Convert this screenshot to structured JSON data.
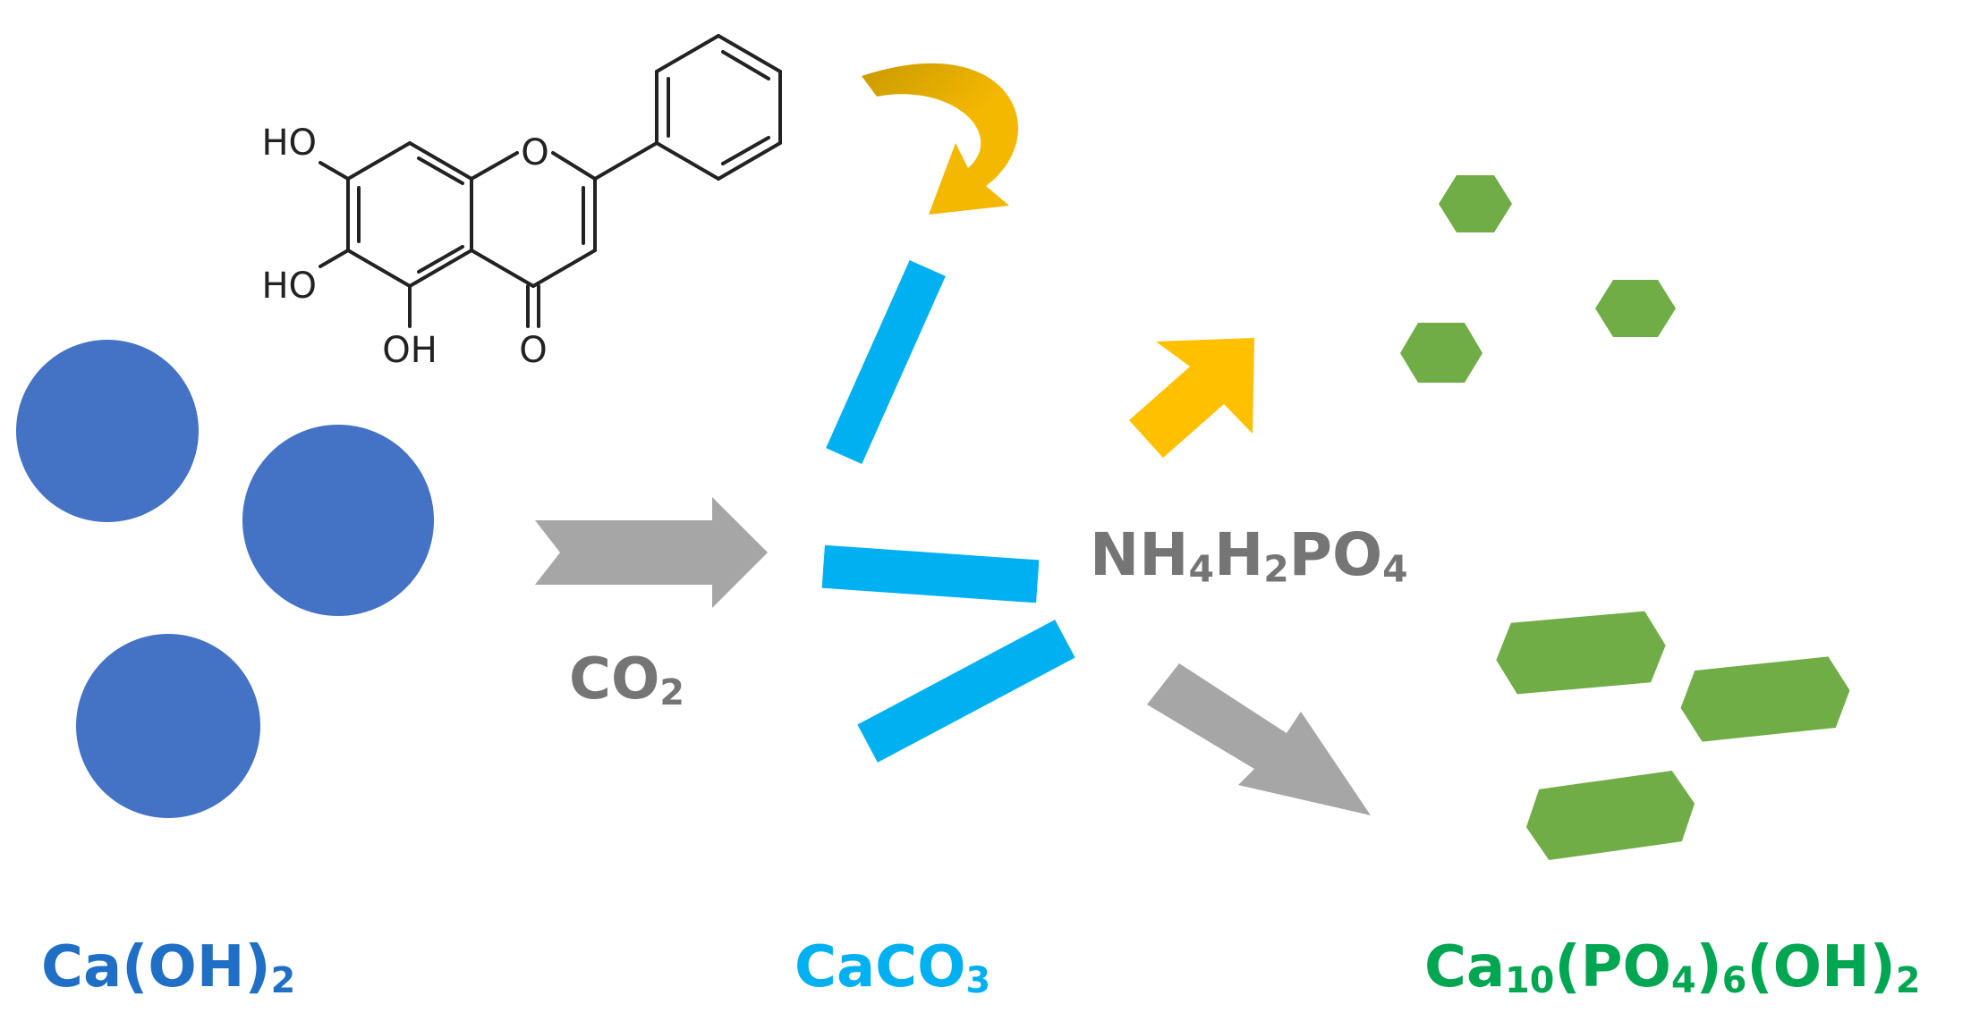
{
  "colors": {
    "ca_oh2": "#4472C4",
    "caco3": "#00B0F0",
    "hap": "#70AD47",
    "hap_label": "#00A651",
    "process_arrow": "#A6A6A6",
    "process_text": "#757575",
    "curved_arrow": "#F5B800",
    "curved_arrow_dark": "#C99A00",
    "molecule": "#222222"
  },
  "labels": {
    "ca_oh2": {
      "base": "Ca(OH)",
      "sub1": "2"
    },
    "caco3": {
      "base": "CaCO",
      "sub1": "3"
    },
    "co2": {
      "base": "CO",
      "sub1": "2"
    },
    "nh4h2po4": {
      "p1": "NH",
      "s1": "4",
      "p2": "H",
      "s2": "2",
      "p3": "PO",
      "s3": "4"
    },
    "hap": {
      "p1": "Ca",
      "s1": "10",
      "p2": "(PO",
      "s2": "4",
      "p3": ")",
      "s3": "6",
      "p4": "(OH)",
      "s4": "2"
    }
  },
  "molecule": {
    "atom_o_ring": "O",
    "atom_o_carbonyl": "O",
    "ho_top": "HO",
    "ho_mid": "HO",
    "oh_bottom": "OH"
  },
  "icons": [
    "flavonoid-structure",
    "curved-arrow-icon",
    "chevron-arrow-icon",
    "diagonal-arrow-icon"
  ]
}
